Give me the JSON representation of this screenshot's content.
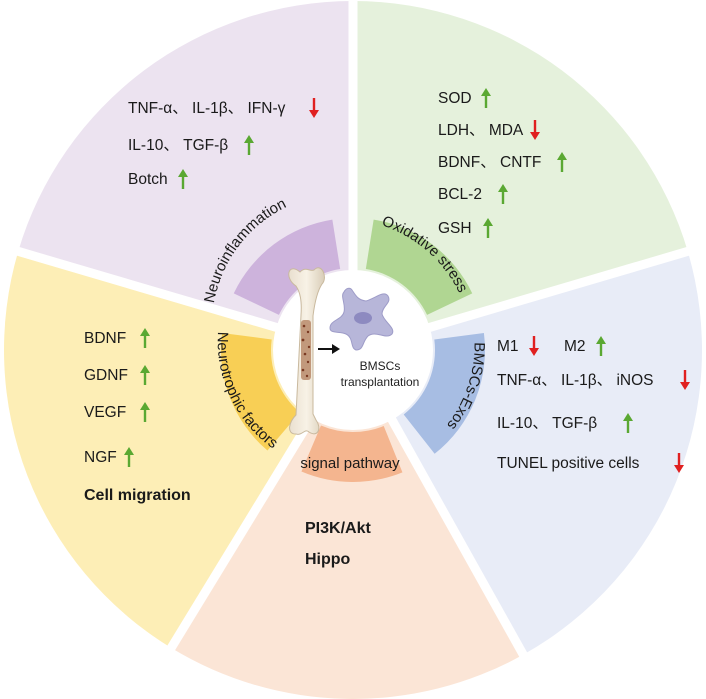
{
  "center": {
    "label_line1": "BMSCs",
    "label_line2": "transplantation",
    "bone_icon": "femur-bone-icon",
    "cell_icon": "stem-cell-icon",
    "arrow_icon": "right-arrow-icon"
  },
  "arrows": {
    "up_color": "#5aa832",
    "down_color": "#e02020"
  },
  "sectors": {
    "neuroinflammation": {
      "title": "Neuroinflammation",
      "color": "#ece3f0",
      "band_color": "#cdb3dc",
      "items": [
        {
          "text": "TNF-α、 IL-1β、 IFN-γ",
          "dir": "down"
        },
        {
          "text": "IL-10、 TGF-β",
          "dir": "up"
        },
        {
          "text": "Botch",
          "dir": "up"
        }
      ]
    },
    "oxidative": {
      "title": "Oxidative stress",
      "color": "#e5f1dc",
      "band_color": "#b0d692",
      "items": [
        {
          "text": "SOD",
          "dir": "up"
        },
        {
          "text": "LDH、 MDA",
          "dir": "down"
        },
        {
          "text": "BDNF、 CNTF",
          "dir": "up"
        },
        {
          "text": "BCL-2",
          "dir": "up"
        },
        {
          "text": "GSH",
          "dir": "up"
        }
      ]
    },
    "exos": {
      "title": "BMSCs-Exos",
      "color": "#e8ecf7",
      "band_color": "#a7bde3",
      "items": [
        {
          "text": "M1",
          "dir": "down",
          "text2": "M2",
          "dir2": "up"
        },
        {
          "text": "TNF-α、 IL-1β、 iNOS",
          "dir": "down"
        },
        {
          "text": "IL-10、 TGF-β",
          "dir": "up"
        },
        {
          "text": "TUNEL positive cells",
          "dir": "down"
        }
      ]
    },
    "signal": {
      "title": "signal pathway",
      "color": "#fbe5d6",
      "band_color": "#f4b58f",
      "items": [
        "PI3K/Akt",
        "Hippo"
      ]
    },
    "neurotrophic": {
      "title": "Neurotrophic factors",
      "color": "#fdeeb6",
      "band_color": "#f8cf55",
      "items": [
        {
          "text": "BDNF",
          "dir": "up"
        },
        {
          "text": "GDNF",
          "dir": "up"
        },
        {
          "text": "VEGF",
          "dir": "up"
        },
        {
          "text": "NGF",
          "dir": "up"
        }
      ],
      "footer": "Cell migration"
    }
  }
}
